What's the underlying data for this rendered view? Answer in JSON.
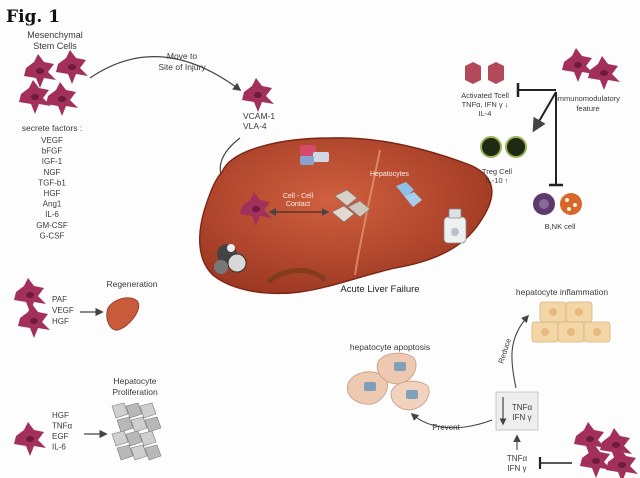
{
  "figure_label": "Fig. 1",
  "msc": {
    "title_line1": "Mesenchymal",
    "title_line2": "Stem Cells",
    "move_line1": "Move to",
    "move_line2": "Site of Injury",
    "receptor1": "VCAM-1",
    "receptor2": "VLA-4",
    "secrete_title": "secrete factors :",
    "factors": [
      "VEGF",
      "bFGF",
      "IGF-1",
      "NGF",
      "TGF-b1",
      "HGF",
      "Ang1",
      "IL-6",
      "GM-CSF",
      "G-CSF"
    ]
  },
  "liver": {
    "hepatocytes": "Hepatocytes",
    "contact_line1": "Cell - Cell",
    "contact_line2": "Contact",
    "caption": "Acute Liver Failure"
  },
  "immune": {
    "activated_line1": "Activated Tcell",
    "activated_line2": "TNFα, IFN γ ↓",
    "activated_line3": "IL-4",
    "immuno_line1": "immunomodulatory",
    "immuno_line2": "feature",
    "treg_line1": "Treg Cell",
    "treg_line2": "IL-10 ↑",
    "nk": "B,NK cell"
  },
  "regeneration": {
    "title": "Regeneration",
    "factors": [
      "PAF",
      "VEGF",
      "HGF"
    ]
  },
  "proliferation": {
    "title_line1": "Hepatocyte",
    "title_line2": "Proliferation",
    "factors": [
      "HGF",
      "TNFα",
      "EGF",
      "IL-6"
    ]
  },
  "inflammation": {
    "title": "hepatocyte inflammation",
    "reduce": "Reduce"
  },
  "apoptosis": {
    "title": "hepatocyte apoptosis",
    "prevent": "Prevent"
  },
  "cytokines": {
    "box_line1": "TNFα",
    "box_line2": "IFN γ",
    "bottom_line1": "TNFα",
    "bottom_line2": "IFN γ"
  },
  "colors": {
    "msc": "#a3305a",
    "liver": "#b9492f",
    "liver_dark": "#8f2f1c",
    "arrow": "#444444",
    "tcell": "#b34a5a",
    "treg": "#1e2a12",
    "bcell": "#5c3a6b",
    "nkcell": "#d9662a",
    "tissue": "#f3d6a6"
  }
}
